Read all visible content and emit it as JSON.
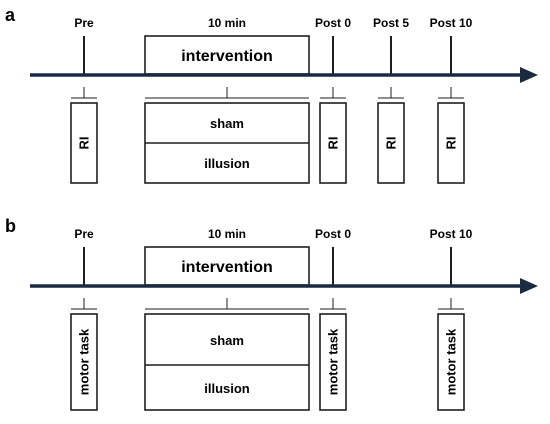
{
  "colors": {
    "axis": "#1a2a40",
    "box_stroke": "#1f1f1f"
  },
  "panel_a": {
    "letter": "a",
    "time_labels": {
      "pre": "Pre",
      "duration": "10 min",
      "post0": "Post 0",
      "post5": "Post 5",
      "post10": "Post 10"
    },
    "intervention": "intervention",
    "conditions": [
      "sham",
      "illusion"
    ],
    "measure": "RI"
  },
  "panel_b": {
    "letter": "b",
    "time_labels": {
      "pre": "Pre",
      "duration": "10 min",
      "post0": "Post 0",
      "post10": "Post 10"
    },
    "intervention": "intervention",
    "conditions": [
      "sham",
      "illusion"
    ],
    "measure": "motor task"
  }
}
